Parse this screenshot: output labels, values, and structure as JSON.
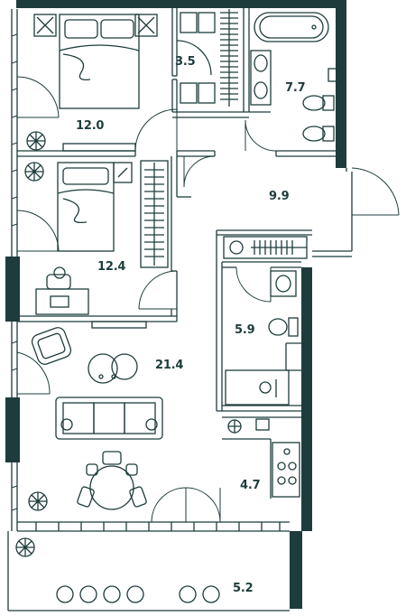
{
  "rooms": [
    {
      "id": "bedroom-1",
      "area": "12.0"
    },
    {
      "id": "wardrobe",
      "area": "3.5"
    },
    {
      "id": "bathroom",
      "area": "7.7"
    },
    {
      "id": "hallway",
      "area": "9.9"
    },
    {
      "id": "bedroom-2",
      "area": "12.4"
    },
    {
      "id": "living-room",
      "area": "21.4"
    },
    {
      "id": "wc",
      "area": "5.9"
    },
    {
      "id": "kitchen",
      "area": "4.7"
    },
    {
      "id": "balcony",
      "area": "5.2"
    }
  ],
  "colors": {
    "wall": "#1e3c3c",
    "line": "#1e3c3c",
    "background": "#ffffff"
  }
}
